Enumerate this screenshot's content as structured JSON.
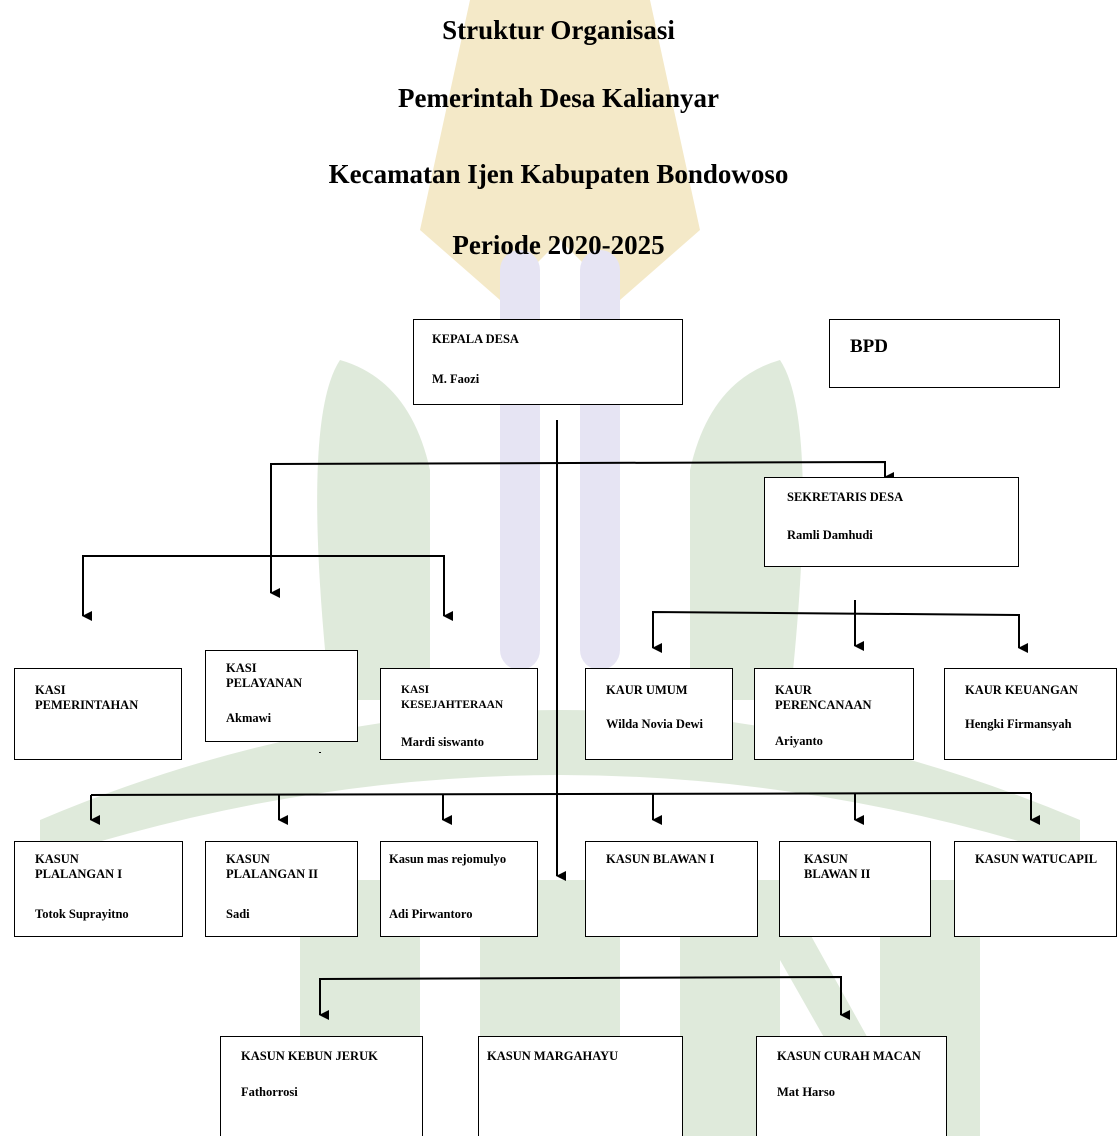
{
  "colors": {
    "watermark_gold": "#f4e9c8",
    "watermark_lilac": "#e6e4f3",
    "watermark_green": "#dfeadb",
    "line": "#000000"
  },
  "titles": {
    "line1": "Struktur Organisasi",
    "line2": "Pemerintah Desa Kalianyar",
    "line3": "Kecamatan Ijen Kabupaten Bondowoso",
    "line4": "Periode 2020-2025"
  },
  "kepala_desa": {
    "title": "KEPALA DESA",
    "name": "M. Faozi"
  },
  "bpd": {
    "title": "BPD"
  },
  "sekretaris": {
    "title": "SEKRETARIS DESA",
    "name": "Ramli Damhudi"
  },
  "kasi": [
    {
      "title": "KASI PEMERINTAHAN",
      "name": ""
    },
    {
      "title": "KASI PELAYANAN",
      "name": "Akmawi"
    },
    {
      "title": "KASI KESEJAHTERAAN",
      "name": "Mardi siswanto"
    }
  ],
  "kaur": [
    {
      "title": "KAUR UMUM",
      "name": "Wilda Novia Dewi"
    },
    {
      "title": "KAUR PERENCANAAN",
      "name": "Ariyanto"
    },
    {
      "title": "KAUR KEUANGAN",
      "name": "Hengki Firmansyah"
    }
  ],
  "kasun": [
    {
      "title": "KASUN PLALANGAN I",
      "name": "Totok Suprayitno"
    },
    {
      "title": "KASUN PLALANGAN II",
      "name": "Sadi"
    },
    {
      "title": "Kasun mas rejomulyo",
      "name": "Adi Pirwantoro"
    },
    {
      "title": "KASUN BLAWAN I",
      "name": ""
    },
    {
      "title": "KASUN BLAWAN II",
      "name": ""
    },
    {
      "title": "KASUN WATUCAPIL",
      "name": ""
    }
  ],
  "kasun_bottom": [
    {
      "title": "KASUN KEBUN JERUK",
      "name": "Fathorrosi"
    },
    {
      "title": "KASUN MARGAHAYU",
      "name": ""
    },
    {
      "title": "KASUN CURAH MACAN",
      "name": "Mat Harso"
    }
  ]
}
